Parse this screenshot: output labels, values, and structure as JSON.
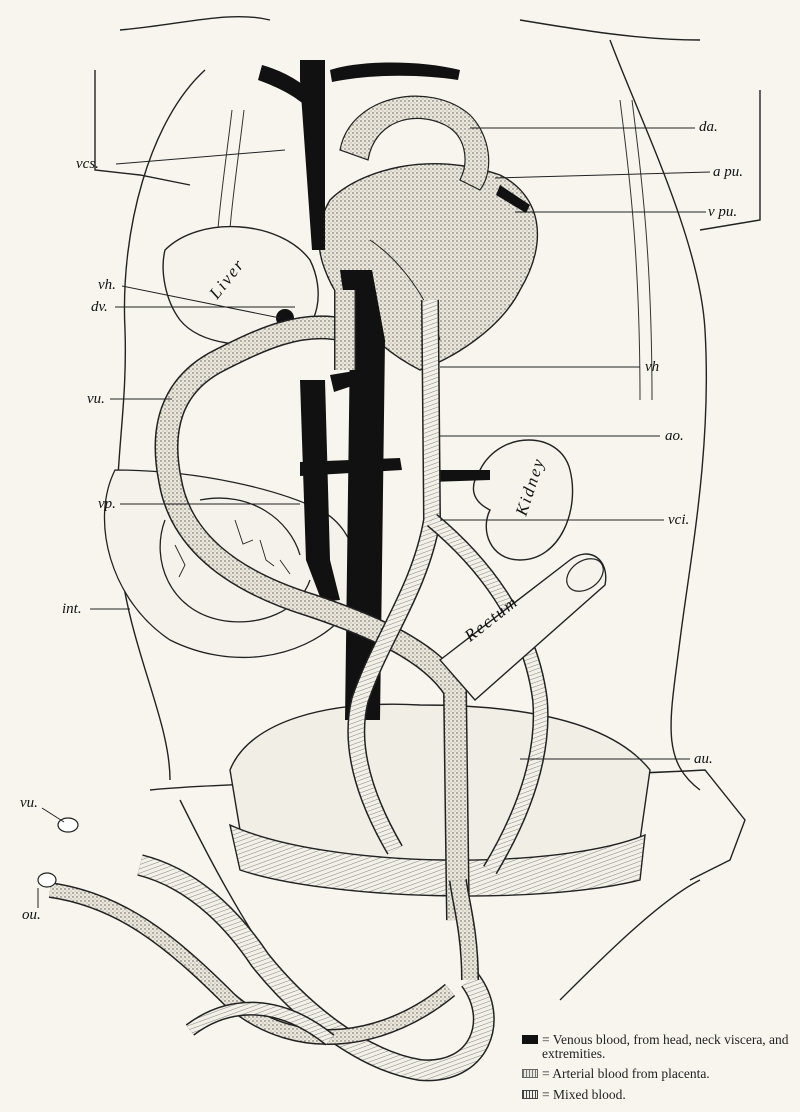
{
  "labels": {
    "vcs": "vcs.",
    "da": "da.",
    "apu": "a pu.",
    "vpu": "v pu.",
    "vh_left": "vh.",
    "dv": "dv.",
    "vh_right": "vh",
    "vu": "vu.",
    "ao": "ao.",
    "vp": "vp.",
    "vci": "vci.",
    "int": "int.",
    "au": "au.",
    "vu_cord": "vu.",
    "ou": "ou."
  },
  "organs": {
    "liver": "Liver",
    "kidney": "Kidney",
    "rectum": "Rectum"
  },
  "legend": {
    "venous": "= Venous blood, from head, neck viscera, and extremities.",
    "arterial": "= Arterial blood from placenta.",
    "mixed": "= Mixed blood."
  },
  "colors": {
    "ink": "#111111",
    "paper": "#f7f5ee",
    "stipple": "#cfcabb"
  }
}
